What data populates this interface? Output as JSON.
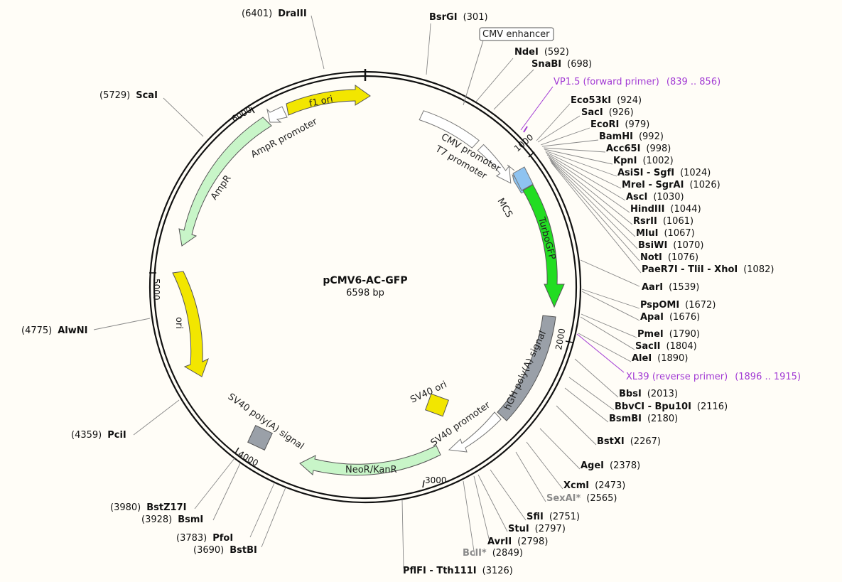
{
  "plasmid": {
    "name": "pCMV6-AC-GFP",
    "size_label": "6598 bp",
    "length": 6598
  },
  "ticks": [
    "1000",
    "2000",
    "3000",
    "4000",
    "5000",
    "6000"
  ],
  "features": [
    {
      "label": "CMV enhancer",
      "color": "#ffffff"
    },
    {
      "label": "CMV promoter",
      "color": "#ffffff"
    },
    {
      "label": "T7 promoter",
      "color": "#ffffff"
    },
    {
      "label": "MCS",
      "color": "#8ec3f0"
    },
    {
      "label": "TurboGFP",
      "color": "#22dd22"
    },
    {
      "label": "hGH poly(A) signal",
      "color": "#9aa0a8"
    },
    {
      "label": "SV40 ori",
      "color": "#f2e600"
    },
    {
      "label": "SV40 promoter",
      "color": "#ffffff"
    },
    {
      "label": "NeoR/KanR",
      "color": "#c8f5c8"
    },
    {
      "label": "SV40 poly(A) signal",
      "color": "#9aa0a8"
    },
    {
      "label": "ori",
      "color": "#f2e600"
    },
    {
      "label": "AmpR",
      "color": "#c8f5c8"
    },
    {
      "label": "AmpR promoter",
      "color": "#ffffff"
    },
    {
      "label": "f1 ori",
      "color": "#f2e600"
    }
  ],
  "sites": [
    {
      "name": "DraIII",
      "pos": "(6401)"
    },
    {
      "name": "BsrGI",
      "pos": "(301)"
    },
    {
      "name": "NdeI",
      "pos": "(592)"
    },
    {
      "name": "SnaBI",
      "pos": "(698)"
    },
    {
      "name": "Eco53kI",
      "pos": "(924)"
    },
    {
      "name": "SacI",
      "pos": "(926)"
    },
    {
      "name": "EcoRI",
      "pos": "(979)"
    },
    {
      "name": "BamHI",
      "pos": "(992)"
    },
    {
      "name": "Acc65I",
      "pos": "(998)"
    },
    {
      "name": "KpnI",
      "pos": "(1002)"
    },
    {
      "name": "AsiSI - SgfI",
      "pos": "(1024)"
    },
    {
      "name": "MreI - SgrAI",
      "pos": "(1026)"
    },
    {
      "name": "AscI",
      "pos": "(1030)"
    },
    {
      "name": "HindIII",
      "pos": "(1044)"
    },
    {
      "name": "RsrII",
      "pos": "(1061)"
    },
    {
      "name": "MluI",
      "pos": "(1067)"
    },
    {
      "name": "BsiWI",
      "pos": "(1070)"
    },
    {
      "name": "NotI",
      "pos": "(1076)"
    },
    {
      "name": "PaeR7I - TliI - XhoI",
      "pos": "(1082)"
    },
    {
      "name": "AarI",
      "pos": "(1539)"
    },
    {
      "name": "PspOMI",
      "pos": "(1672)"
    },
    {
      "name": "ApaI",
      "pos": "(1676)"
    },
    {
      "name": "PmeI",
      "pos": "(1790)"
    },
    {
      "name": "SacII",
      "pos": "(1804)"
    },
    {
      "name": "AleI",
      "pos": "(1890)"
    },
    {
      "name": "BbsI",
      "pos": "(2013)"
    },
    {
      "name": "BbvCI - Bpu10I",
      "pos": "(2116)"
    },
    {
      "name": "BsmBI",
      "pos": "(2180)"
    },
    {
      "name": "BstXI",
      "pos": "(2267)"
    },
    {
      "name": "AgeI",
      "pos": "(2378)"
    },
    {
      "name": "XcmI",
      "pos": "(2473)"
    },
    {
      "name": "SexAI*",
      "pos": "(2565)",
      "gray": true
    },
    {
      "name": "SfiI",
      "pos": "(2751)"
    },
    {
      "name": "StuI",
      "pos": "(2797)"
    },
    {
      "name": "AvrII",
      "pos": "(2798)"
    },
    {
      "name": "BclI*",
      "pos": "(2849)",
      "gray": true
    },
    {
      "name": "PflFI - Tth111I",
      "pos": "(3126)"
    },
    {
      "name": "BstBI",
      "pos": "(3690)"
    },
    {
      "name": "PfoI",
      "pos": "(3783)"
    },
    {
      "name": "BsmI",
      "pos": "(3928)"
    },
    {
      "name": "BstZ17I",
      "pos": "(3980)"
    },
    {
      "name": "PciI",
      "pos": "(4359)"
    },
    {
      "name": "AlwNI",
      "pos": "(4775)"
    },
    {
      "name": "ScaI",
      "pos": "(5729)"
    }
  ],
  "primers": [
    {
      "label": "VP1.5 (forward primer)",
      "range": "(839 .. 856)"
    },
    {
      "label": "XL39 (reverse primer)",
      "range": "(1896 .. 1915)"
    }
  ]
}
